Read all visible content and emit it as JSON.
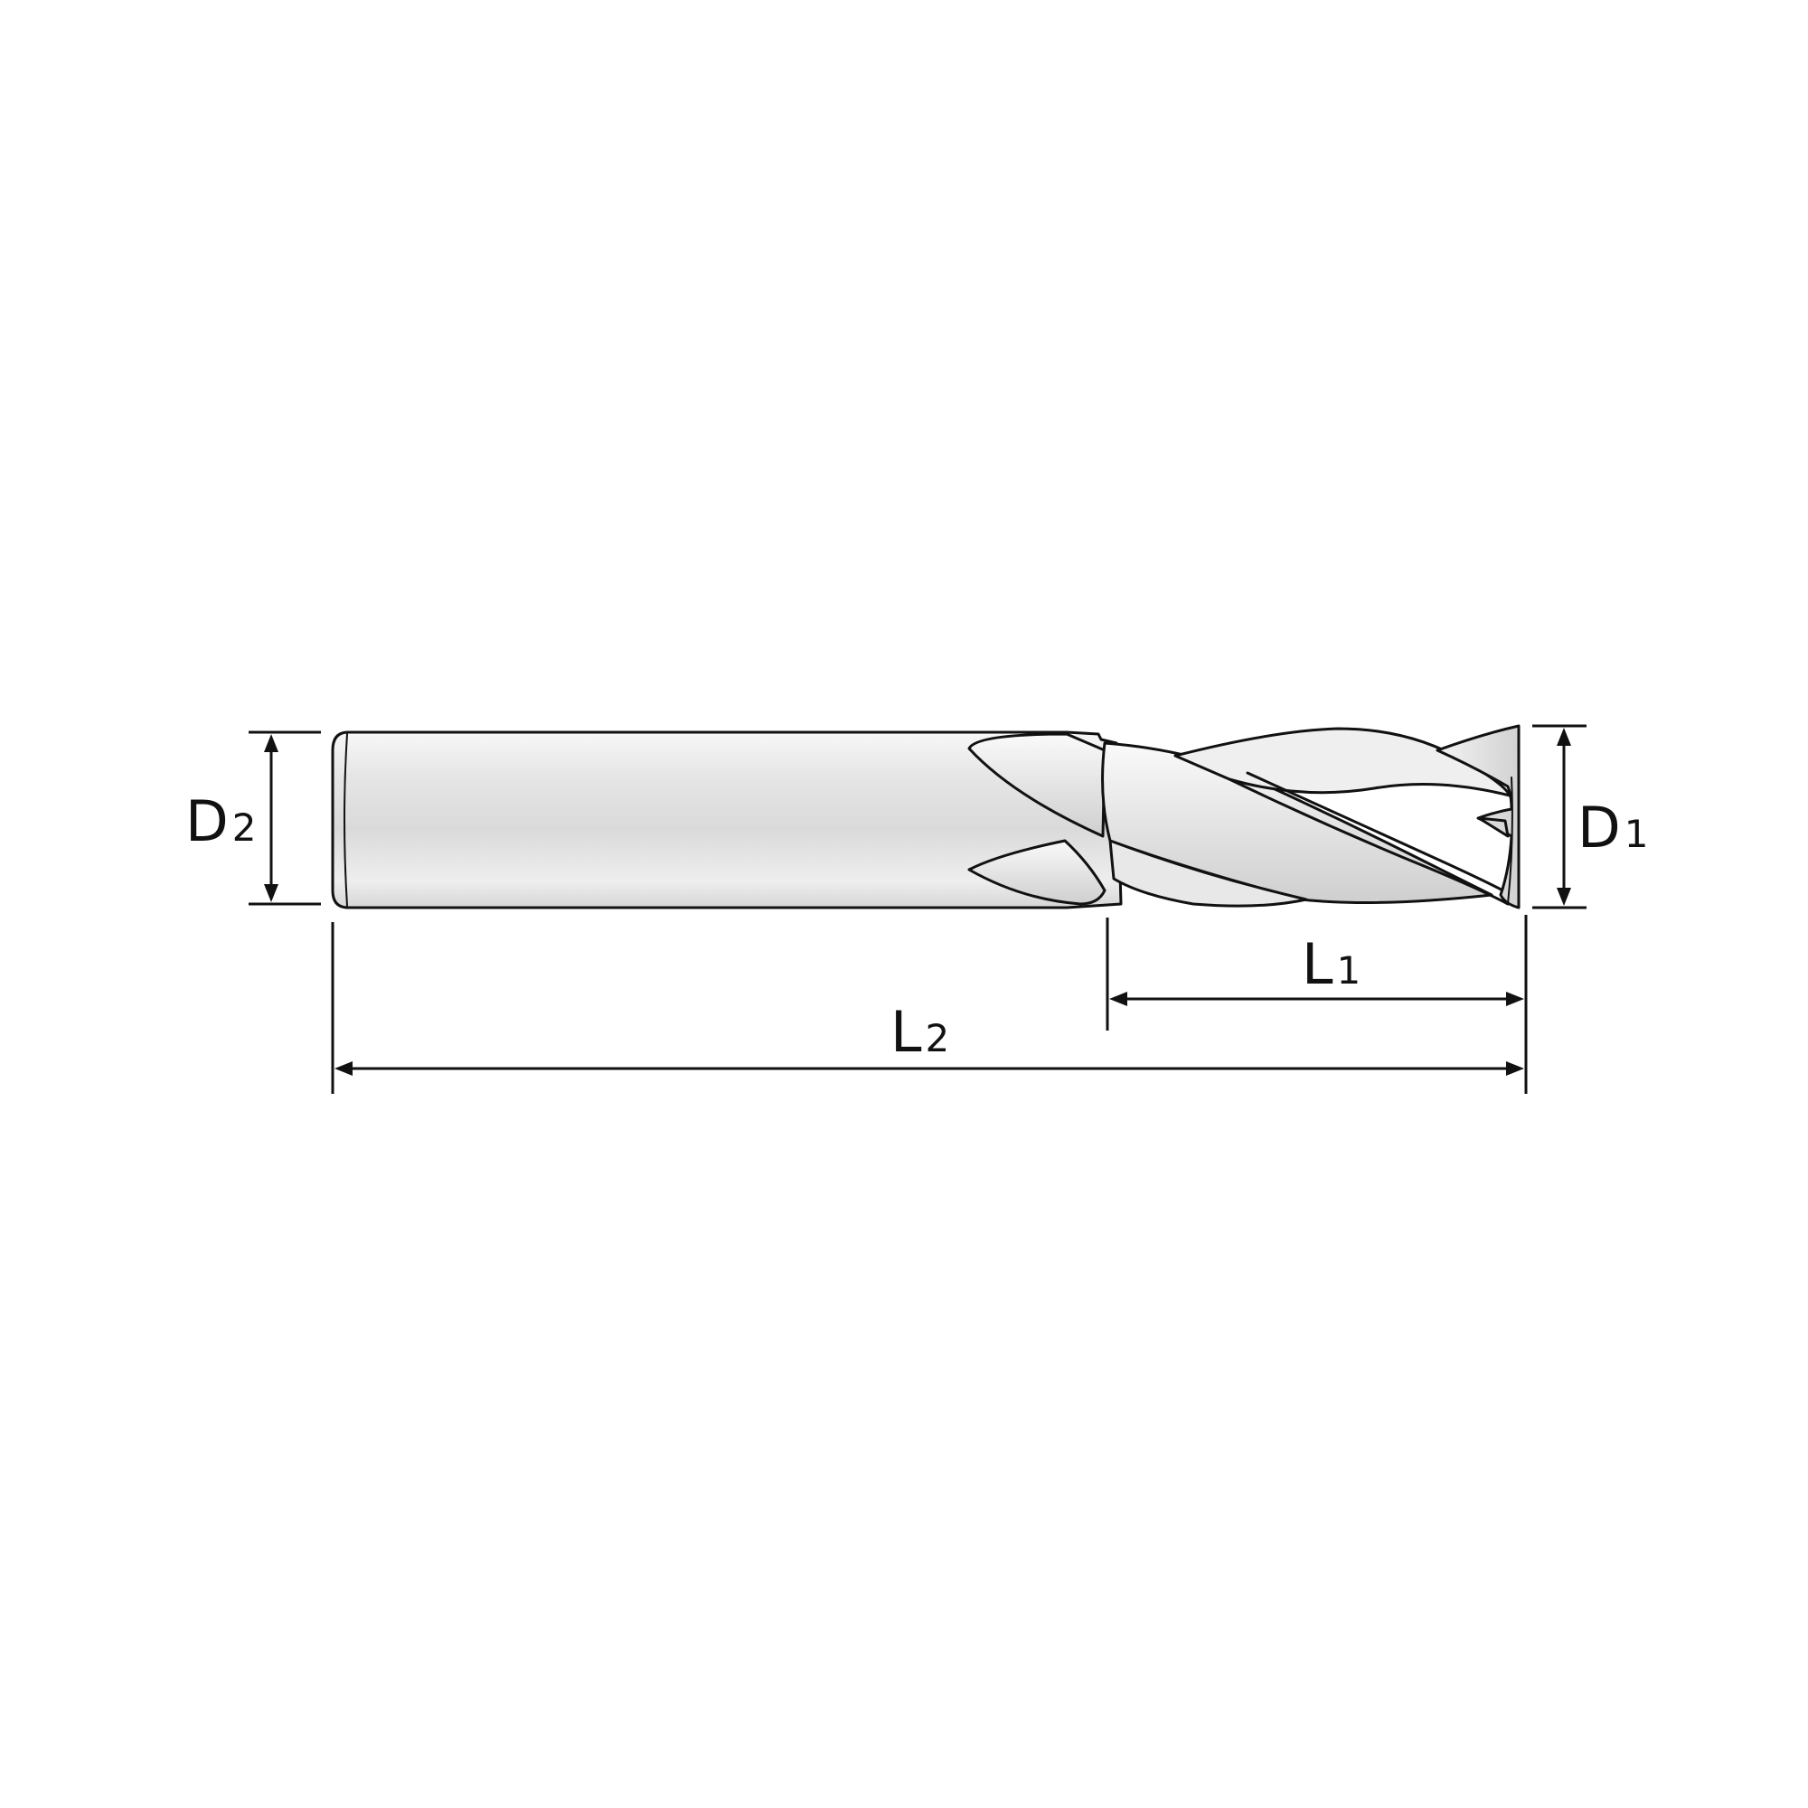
{
  "dimensions": {
    "d2": {
      "letter": "D",
      "index": "2"
    },
    "d1": {
      "letter": "D",
      "index": "1"
    },
    "l1": {
      "letter": "L",
      "index": "1"
    },
    "l2": {
      "letter": "L",
      "index": "2"
    }
  },
  "colors": {
    "line": "#111111",
    "tool_light": "#f4f4f4",
    "tool_mid": "#e2e2e2",
    "tool_dark": "#c9c9c9"
  }
}
